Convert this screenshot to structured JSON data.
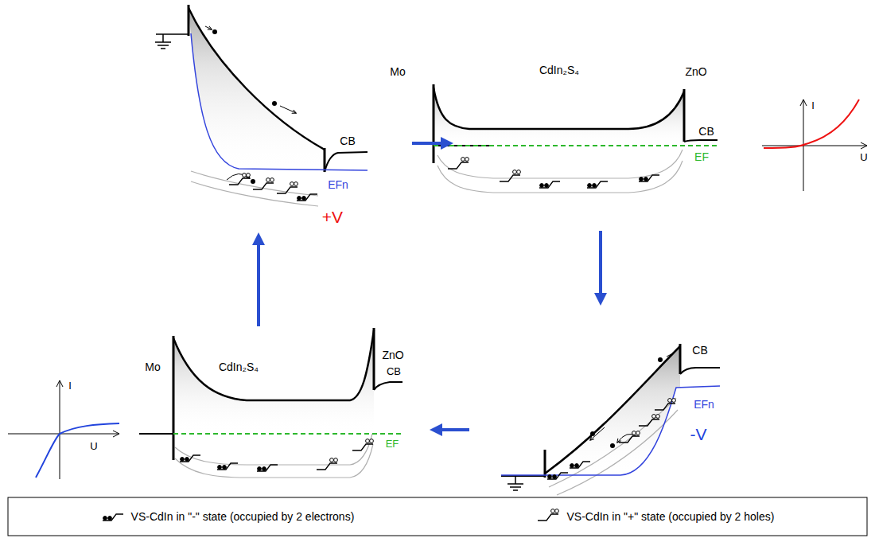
{
  "diagram": {
    "labels": [
      "CB",
      "EFn",
      "+V",
      "Mo",
      "CdIn₂S₄",
      "ZnO",
      "CB",
      "EF",
      "I",
      "U",
      "I",
      "U",
      "Mo",
      "CdIn₂S₄",
      "ZnO",
      "CB",
      "EF",
      "CB",
      "EFn",
      "-V"
    ],
    "legend": [
      {
        "text": "VS-CdIn in \"-\" state (occupied by 2 electrons)"
      },
      {
        "text": "VS-CdIn in \"+\" state (occupied by 2 holes)"
      }
    ]
  }
}
